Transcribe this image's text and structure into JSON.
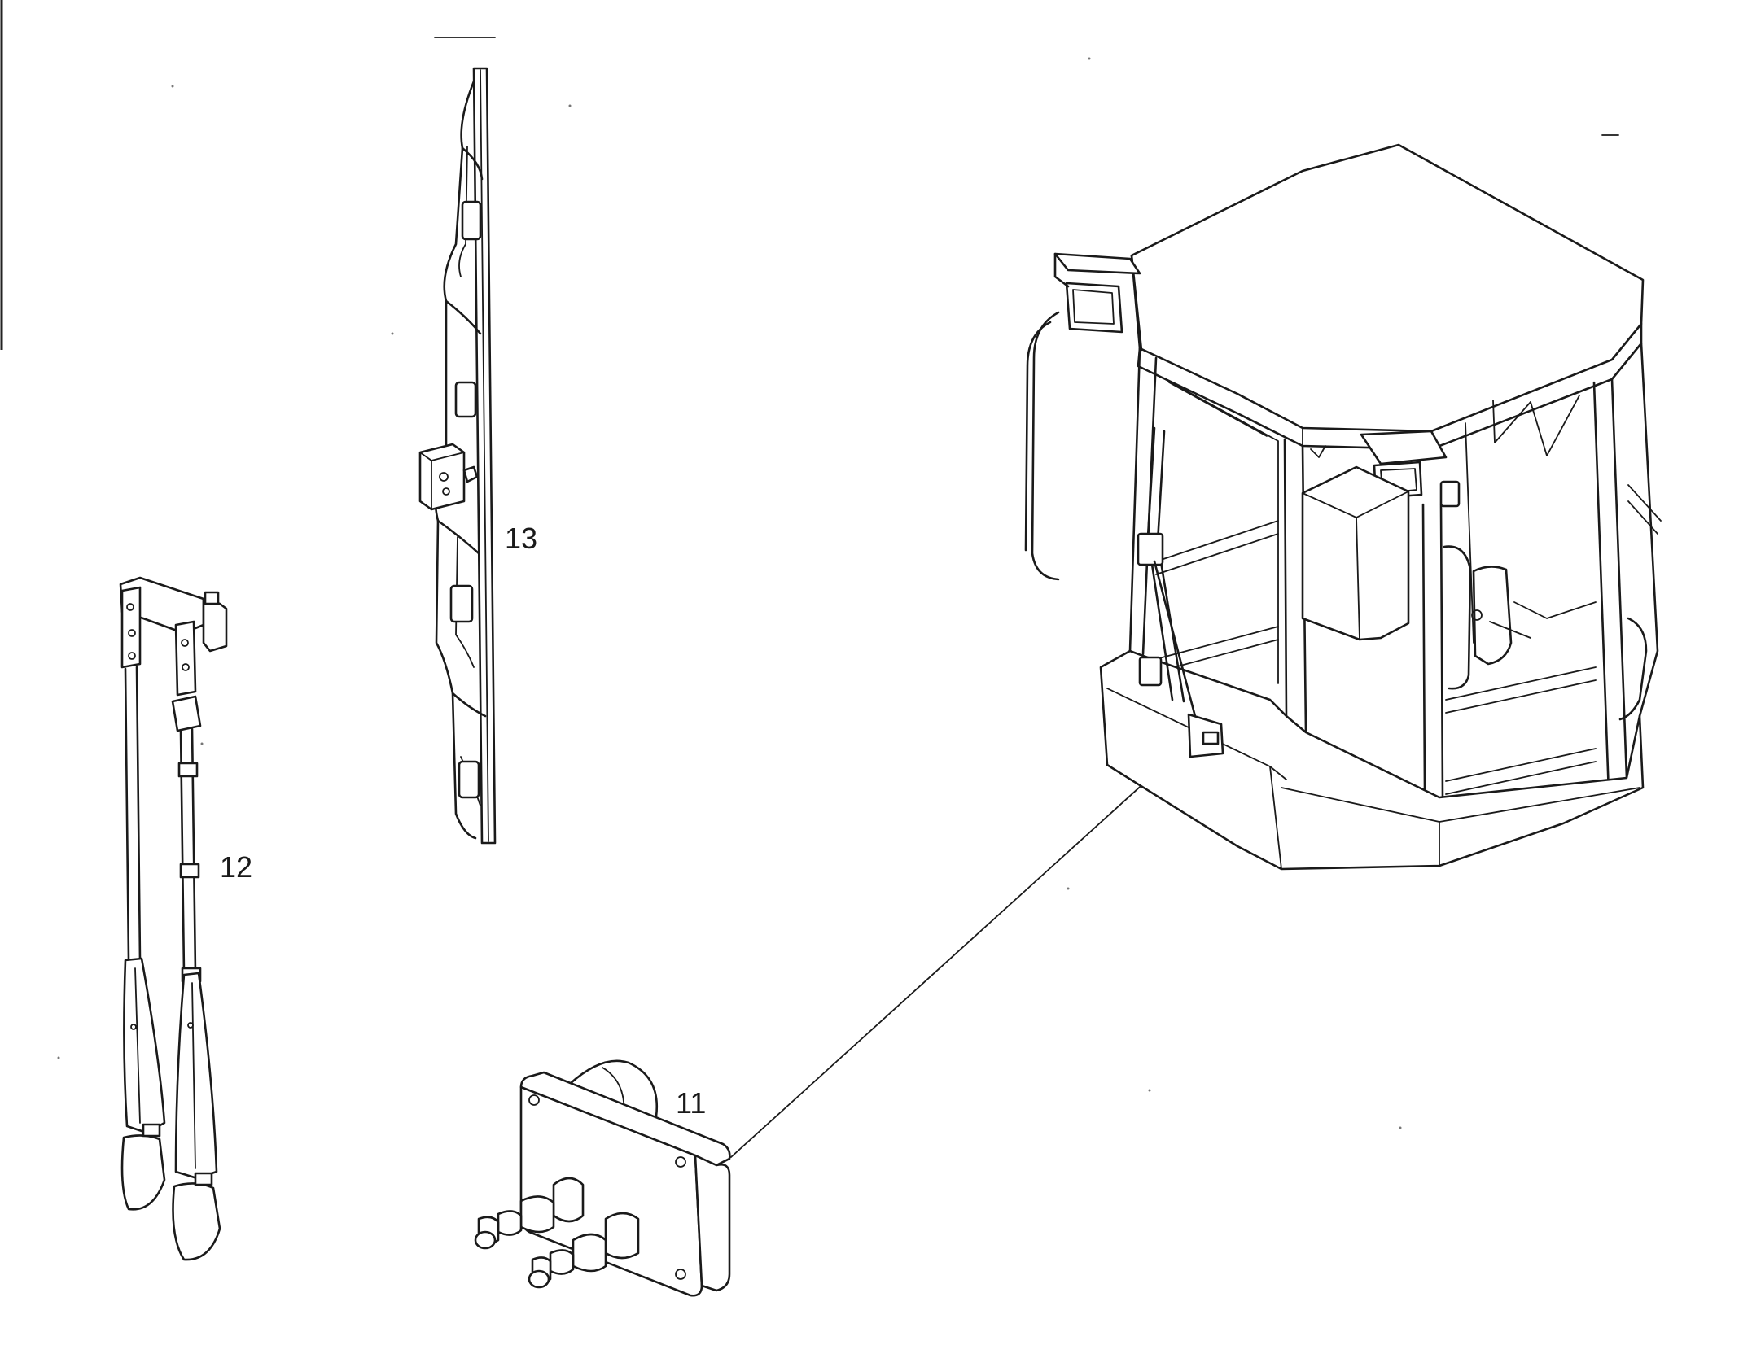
{
  "callouts": {
    "wiper_motor": "11",
    "wiper_arms": "12",
    "wiper_blade": "13"
  },
  "colors": {
    "line": "#1a1a1a",
    "background": "#ffffff"
  }
}
